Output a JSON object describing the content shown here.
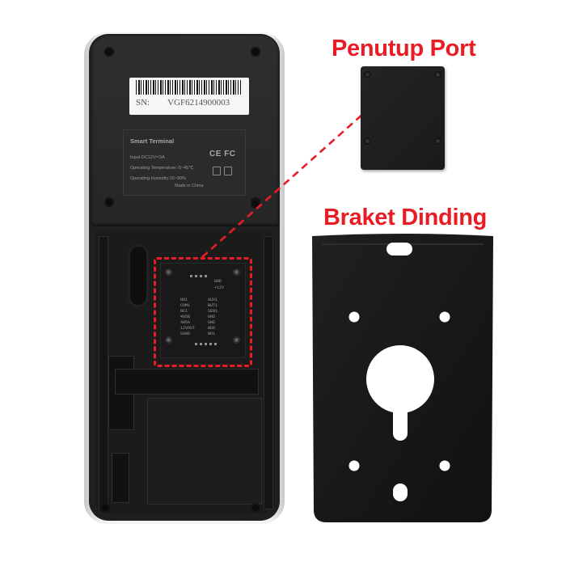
{
  "labels": {
    "port_cover_title": "Penutup Port",
    "bracket_title": "Braket Dinding"
  },
  "device": {
    "serial_prefix": "SN:",
    "serial_number": "VGF6214900003",
    "spec_title": "Smart Terminal",
    "spec_input": "Input DC12V⎓3A",
    "spec_temperature": "Operating Temperature:-5~45℃",
    "spec_humidity": "Operating Humidity:10~90%",
    "spec_made_in": "Made in China",
    "cert_marks": "CE FC",
    "port_header_left": "GND",
    "port_header_right": "+12V",
    "port_left_column": [
      "NO1",
      "COM1",
      "NC1",
      "485B",
      "485A",
      "12VOUT",
      "SGND"
    ],
    "port_right_column": [
      "AUX1",
      "BUT1",
      "SEN1",
      "GND",
      "GND",
      "WD0",
      "WD1"
    ]
  },
  "colors": {
    "callout_red": "#e81c24",
    "device_black": "#1f1f1f",
    "bracket_black": "#141414"
  }
}
